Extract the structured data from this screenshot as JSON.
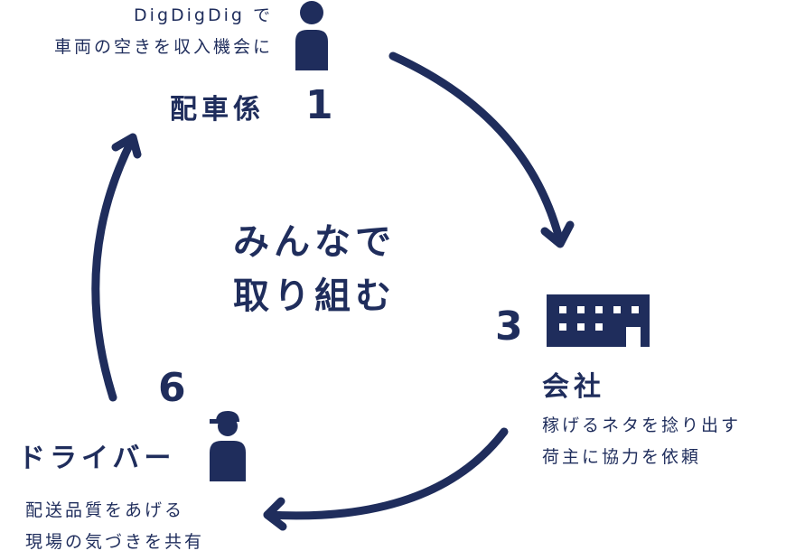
{
  "colors": {
    "navy": "#1f2d5c",
    "background": "#ffffff"
  },
  "center": {
    "line1": "みんなで",
    "line2": "取り組む"
  },
  "nodes": {
    "dispatcher": {
      "number": "1",
      "label": "配車係",
      "desc_line1": "DigDigDig で",
      "desc_line2": "車両の空きを収入機会に",
      "icon": "person-icon"
    },
    "company": {
      "number": "3",
      "label": "会社",
      "desc_line1": "稼げるネタを捻り出す",
      "desc_line2": "荷主に協力を依頼",
      "icon": "building-icon"
    },
    "driver": {
      "number": "6",
      "label": "ドライバー",
      "desc_line1": "配送品質をあげる",
      "desc_line2": "現場の気づきを共有",
      "icon": "person-cap-icon"
    }
  }
}
